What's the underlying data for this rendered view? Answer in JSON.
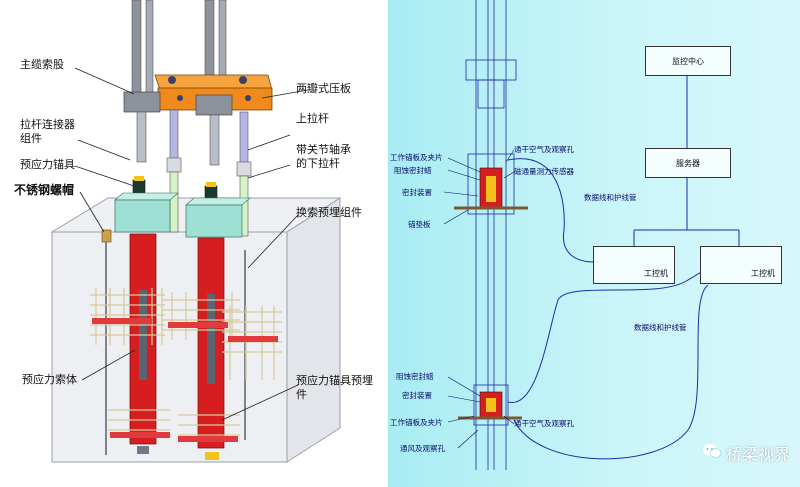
{
  "left": {
    "labels": {
      "main_cable_strand": "主缆索股",
      "two_flap_plate": "两瓣式压板",
      "rod_connector_l1": "拉杆连接器",
      "rod_connector_l2": "组件",
      "upper_rod": "上拉杆",
      "prestress_anchor": "预应力锚具",
      "joint_bearing_l1": "带关节轴承",
      "joint_bearing_l2": "的下拉杆",
      "stainless_nut_cap": "不锈钢螺帽",
      "replace_cable_embed": "换索预埋组件",
      "prestress_cable_body": "预应力索体",
      "anchor_embed_l1": "预应力锚具预埋",
      "anchor_embed_l2": "件"
    }
  },
  "right": {
    "boxes": {
      "monitor_center": "监控中心",
      "server": "服务器",
      "ipc_left": "工控机",
      "ipc_right": "工控机"
    },
    "labels": {
      "work_anchor_top": "工作锚板及夹片",
      "corrosion_seal_top": "阻蚀密封蜡",
      "seal_device_top": "密封装置",
      "bearing_plate": "锚垫板",
      "air_hole_top": "通干空气及观察孔",
      "magnetic_sensor": "磁通量测力传感器",
      "data_line_top": "数据线和护线管",
      "data_line_bottom": "数据线和护线管",
      "corrosion_seal_bottom": "阻蚀密封蜡",
      "seal_device_bottom": "密封装置",
      "work_anchor_bottom": "工作锚板及夹片",
      "air_hole_bottom": "通干空气及观察孔",
      "vent_hole": "通风及观察孔"
    }
  },
  "watermark": {
    "icon": "wechat-icon",
    "text": "桥梁视界"
  },
  "colors": {
    "red_body": "#d61d20",
    "orange_plate": "#f08a1c",
    "teal_block": "#9fe0d4",
    "line_blue": "#1e2aa8"
  }
}
